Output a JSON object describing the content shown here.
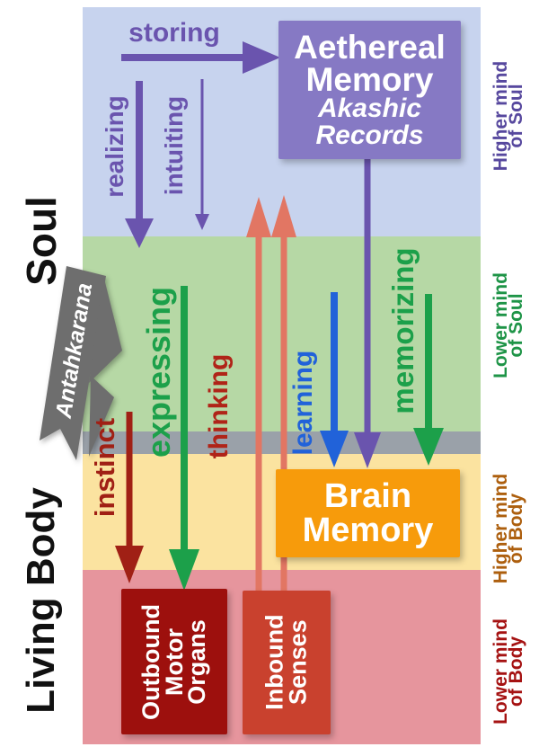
{
  "sections": {
    "soul": "Soul",
    "living_body": "Living Body"
  },
  "mind_levels": [
    {
      "id": "higher-soul",
      "lines": [
        "Higher mind",
        "of Soul"
      ],
      "text_color": "#57489e",
      "band_color": "#c7d3ee"
    },
    {
      "id": "lower-soul",
      "lines": [
        "Lower mind",
        "of Soul"
      ],
      "text_color": "#1e9447",
      "band_color": "#b6d8a5"
    },
    {
      "id": "higher-body",
      "lines": [
        "Higher mind",
        "of Body"
      ],
      "text_color": "#ad5f0e",
      "band_color": "#fbe3a0"
    },
    {
      "id": "lower-body",
      "lines": [
        "Lower mind",
        "of Body"
      ],
      "text_color": "#a51212",
      "band_color": "#e6959d"
    }
  ],
  "bridge": {
    "label": "Antahkarana",
    "color": "#6e6e6e",
    "band_color": "#9aa1a9"
  },
  "boxes": {
    "aethereal_memory": {
      "title": [
        "Aethereal",
        "Memory"
      ],
      "subtitle": [
        "Akashic",
        "Records"
      ],
      "color": "#8679c4"
    },
    "brain_memory": {
      "title": [
        "Brain",
        "Memory"
      ],
      "color": "#f79b0b"
    },
    "outbound_motor_organs": {
      "title": [
        "Outbound",
        "Motor",
        "Organs"
      ],
      "color": "#9d100d"
    },
    "inbound_senses": {
      "title": [
        "Inbound",
        "Senses"
      ],
      "color": "#c9412e"
    }
  },
  "arrows": {
    "storing": {
      "label": "storing",
      "color": "#6a54ae",
      "direction": "right"
    },
    "realizing": {
      "label": "realizing",
      "color": "#6a54ae",
      "direction": "down"
    },
    "intuiting": {
      "label": "intuiting",
      "color": "#6a54ae",
      "direction": "down"
    },
    "expressing": {
      "label": "expressing",
      "color": "#1ca04a",
      "direction": "down"
    },
    "thinking": {
      "label": "thinking",
      "color": "#b02418",
      "direction": "up"
    },
    "learning": {
      "label": "learning",
      "color": "#2162d9",
      "direction": "down"
    },
    "memorizing": {
      "label": "memorizing",
      "color": "#1ca04a",
      "direction": "down"
    },
    "instinct": {
      "label": "instinct",
      "color": "#a02015",
      "direction": "down"
    },
    "aethereal_to_brain": {
      "color": "#6a54ae",
      "direction": "down"
    },
    "senses_upward": {
      "color": "#e27663",
      "direction": "up"
    }
  }
}
